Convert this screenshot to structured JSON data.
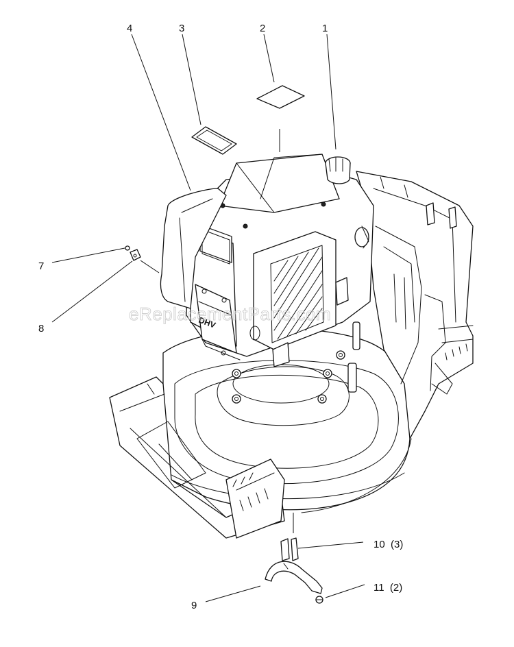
{
  "watermark": "eReplacementParts.com",
  "engine_badge": "DHV",
  "callouts": [
    {
      "id": "1",
      "text": "1"
    },
    {
      "id": "2",
      "text": "2"
    },
    {
      "id": "3",
      "text": "3"
    },
    {
      "id": "4",
      "text": "4"
    },
    {
      "id": "7",
      "text": "7"
    },
    {
      "id": "8",
      "text": "8"
    },
    {
      "id": "9",
      "text": "9"
    },
    {
      "id": "10",
      "text": "10  (3)"
    },
    {
      "id": "11",
      "text": "11  (2)"
    }
  ]
}
